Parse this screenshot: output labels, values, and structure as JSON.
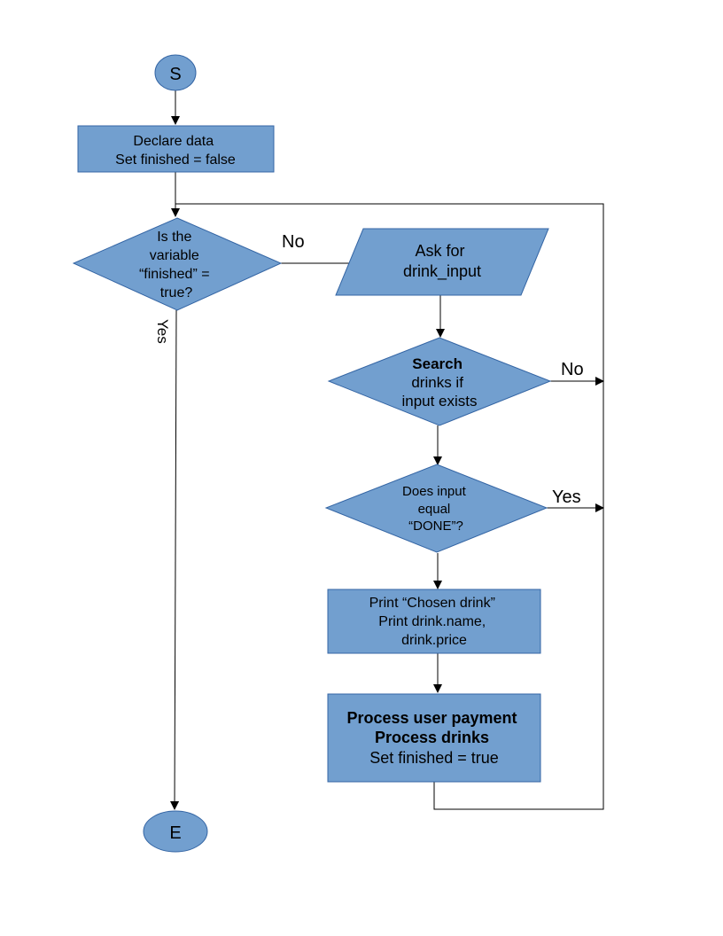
{
  "colors": {
    "shape_fill": "#729fcf",
    "shape_stroke": "#3465a4",
    "connector": "#000000"
  },
  "start": {
    "label": "S"
  },
  "declare": {
    "lines": [
      "Declare data",
      "Set finished = false"
    ]
  },
  "check_finished": {
    "lines": [
      "Is the",
      "variable",
      "“finished” =",
      "true?"
    ]
  },
  "ask": {
    "lines": [
      "Ask for",
      "drink_input"
    ]
  },
  "search": {
    "line1": "Search",
    "line2": "drinks if",
    "line3": "input exists"
  },
  "check_done": {
    "lines": [
      "Does input",
      "equal",
      "“DONE”?"
    ]
  },
  "print_block": {
    "lines": [
      "Print “Chosen drink”",
      "Print drink.name,",
      "drink.price"
    ]
  },
  "process_block": {
    "line1": "Process user payment",
    "line2": "Process drinks",
    "line3": "Set finished = true"
  },
  "end": {
    "label": "E"
  },
  "edge_labels": {
    "finished_no": "No",
    "finished_yes": "Yes",
    "search_no": "No",
    "done_yes": "Yes"
  }
}
